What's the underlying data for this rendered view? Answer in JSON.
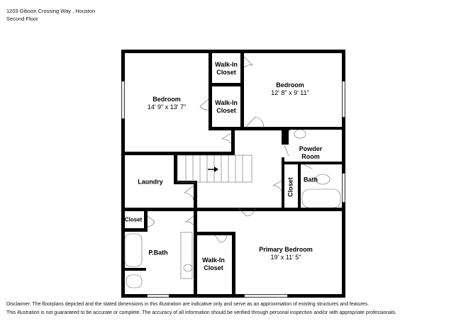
{
  "header": {
    "address": "1203 Gibson Crossing Way , Houston",
    "floor": "Second Floor"
  },
  "rooms": [
    {
      "id": "bedroom-1",
      "name": "Bedroom",
      "dims": "14' 9\" x 13' 7\""
    },
    {
      "id": "walkin-closet-1",
      "name": "Walk-In Closet",
      "dims": ""
    },
    {
      "id": "walkin-closet-2",
      "name": "Walk-In Closet",
      "dims": ""
    },
    {
      "id": "bedroom-2",
      "name": "Bedroom",
      "dims": "12' 8\" x 9' 11\""
    },
    {
      "id": "powder-room",
      "name": "Powder Room",
      "dims": ""
    },
    {
      "id": "laundry",
      "name": "Laundry",
      "dims": ""
    },
    {
      "id": "closet-hall",
      "name": "Closet",
      "dims": ""
    },
    {
      "id": "bath",
      "name": "Bath",
      "dims": ""
    },
    {
      "id": "closet-pbath",
      "name": "Closet",
      "dims": ""
    },
    {
      "id": "pbath",
      "name": "P.Bath",
      "dims": ""
    },
    {
      "id": "walkin-closet-3",
      "name": "Walk-In Closet",
      "dims": ""
    },
    {
      "id": "primary-bedroom",
      "name": "Primary Bedroom",
      "dims": "19' x 11' 5\""
    }
  ],
  "labels": {
    "bedroom1_name": "Bedroom",
    "bedroom1_dims": "14' 9\" x 13' 7\"",
    "wic1_l1": "Walk-In",
    "wic1_l2": "Closet",
    "wic2_l1": "Walk-In",
    "wic2_l2": "Closet",
    "bedroom2_name": "Bedroom",
    "bedroom2_dims": "12' 8\" x 9' 11\"",
    "powder_l1": "Powder",
    "powder_l2": "Room",
    "laundry": "Laundry",
    "closet_hall": "Closet",
    "bath": "Bath",
    "closet_pbath": "Closet",
    "pbath": "P.Bath",
    "wic3_l1": "Walk-In",
    "wic3_l2": "Closet",
    "primary_name": "Primary Bedroom",
    "primary_dims": "19' x 11' 5\""
  },
  "disclaimer": {
    "line1": "Disclaimer: The floorplans depicted and the stated dimensions in this illustration are indicative only and serve as an approximation of existing structures and features.",
    "line2": "This illustration is not guaranteed to be accurate or complete. The accuracy of all information should be verified through personal inspection and/or with appropriate professionals."
  },
  "colors": {
    "wall": "#000000",
    "window": "#bdbdbd",
    "fixture": "#888888"
  }
}
